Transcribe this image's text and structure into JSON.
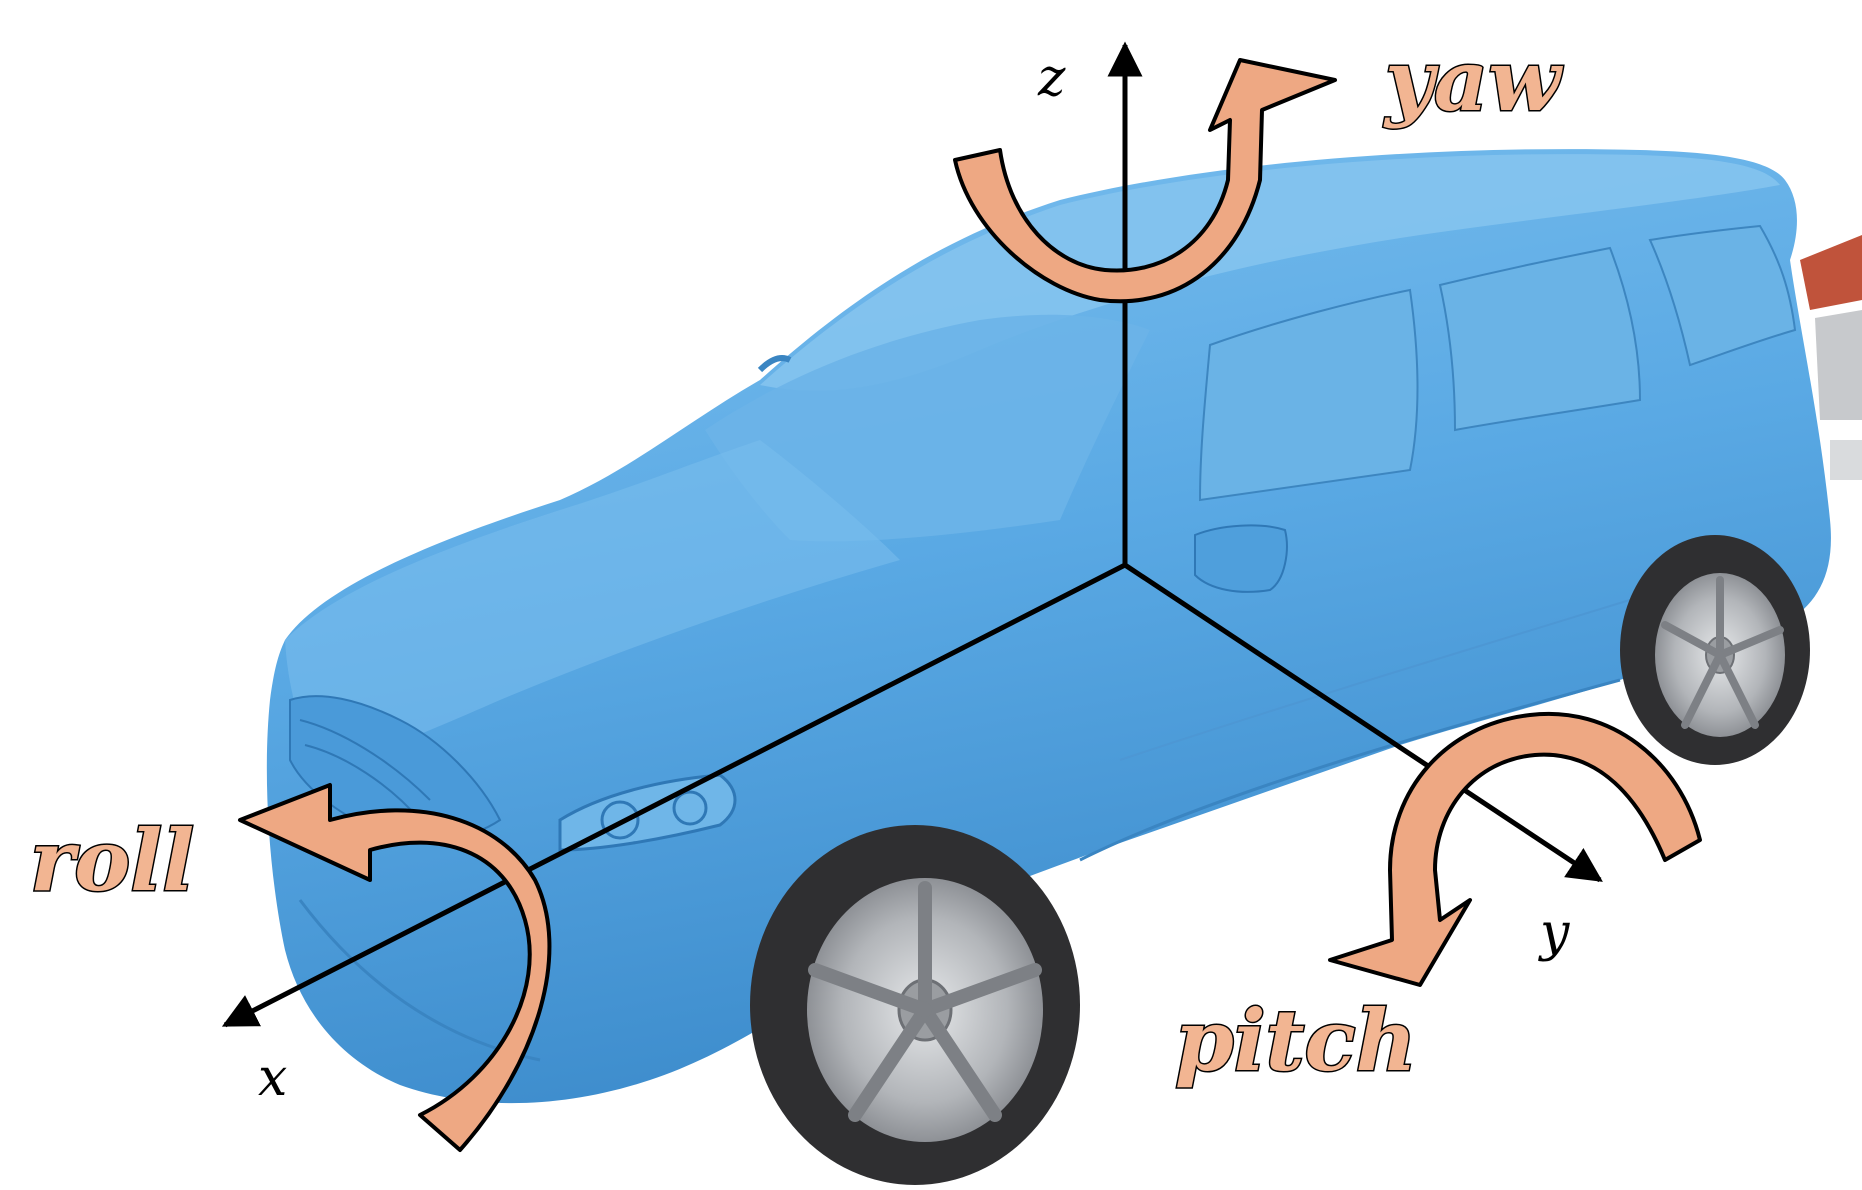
{
  "axes": [
    {
      "id": "x",
      "label": "x"
    },
    {
      "id": "y",
      "label": "y"
    },
    {
      "id": "z",
      "label": "z"
    }
  ],
  "rotations": [
    {
      "id": "roll",
      "label": "roll"
    },
    {
      "id": "pitch",
      "label": "pitch"
    },
    {
      "id": "yaw",
      "label": "yaw"
    }
  ],
  "colors": {
    "car_body": "#5aa9e4",
    "car_shadow": "#3f8fcf",
    "car_highlight": "#8cc8f0",
    "arrow_fill": "#eea883",
    "arrow_stroke": "#000000",
    "label_fill": "#f2b592",
    "tire": "#2f2f31",
    "rim": "#b9bcc0",
    "axis": "#000000"
  }
}
